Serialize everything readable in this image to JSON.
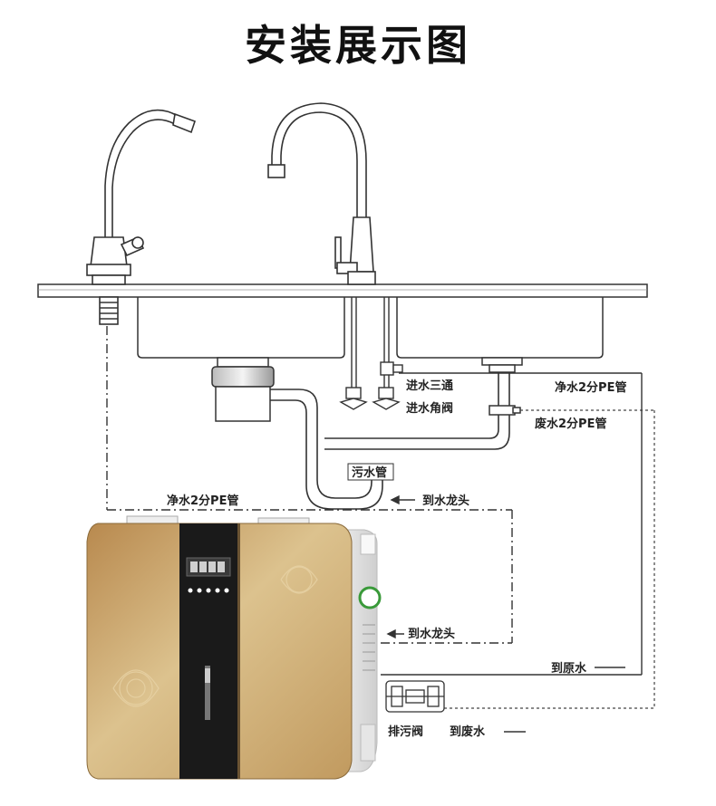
{
  "title": "安装展示图",
  "labels": {
    "inlet_tee": "进水三通",
    "inlet_angle_valve": "进水角阀",
    "pure_water_pe_top": "净水2分PE管",
    "waste_water_pe": "废水2分PE管",
    "sewage_pipe": "污水管",
    "pure_water_pe_left": "净水2分PE管",
    "to_faucet_top": "到水龙头",
    "to_faucet_bottom": "到水龙头",
    "to_raw_water": "到原水",
    "drain_valve": "排污阀",
    "to_waste_water": "到废水"
  },
  "colors": {
    "line": "#333333",
    "cabinet_gold": "#c9a46a",
    "panel_black": "#1a1a1a",
    "body_white": "#f4f4f4",
    "logo_green": "#3a9a3a"
  },
  "icons": [
    "pure-water-faucet",
    "kitchen-faucet",
    "drain-valve",
    "status-display"
  ]
}
